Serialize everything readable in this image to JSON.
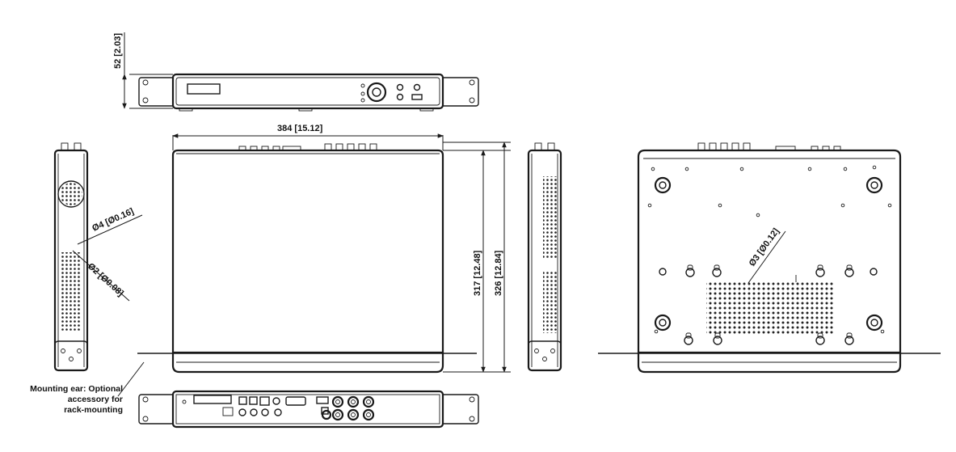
{
  "dimensions": {
    "height": "52 [2.03]",
    "width": "384 [15.12]",
    "depth_body": "317 [12.48]",
    "depth_total": "326 [12.84]",
    "hole_4": "Ø4 [Ø0.16]",
    "hole_2": "Ø2 [Ø0.08]",
    "hole_3": "Ø3 [Ø0.12]"
  },
  "note": {
    "line1": "Mounting ear: Optional",
    "line2": "accessory for",
    "line3": "rack-mounting"
  },
  "icons": [
    "front-panel-view",
    "top-view",
    "side-view-left",
    "side-view-right",
    "bottom-view",
    "rear-panel-view"
  ]
}
